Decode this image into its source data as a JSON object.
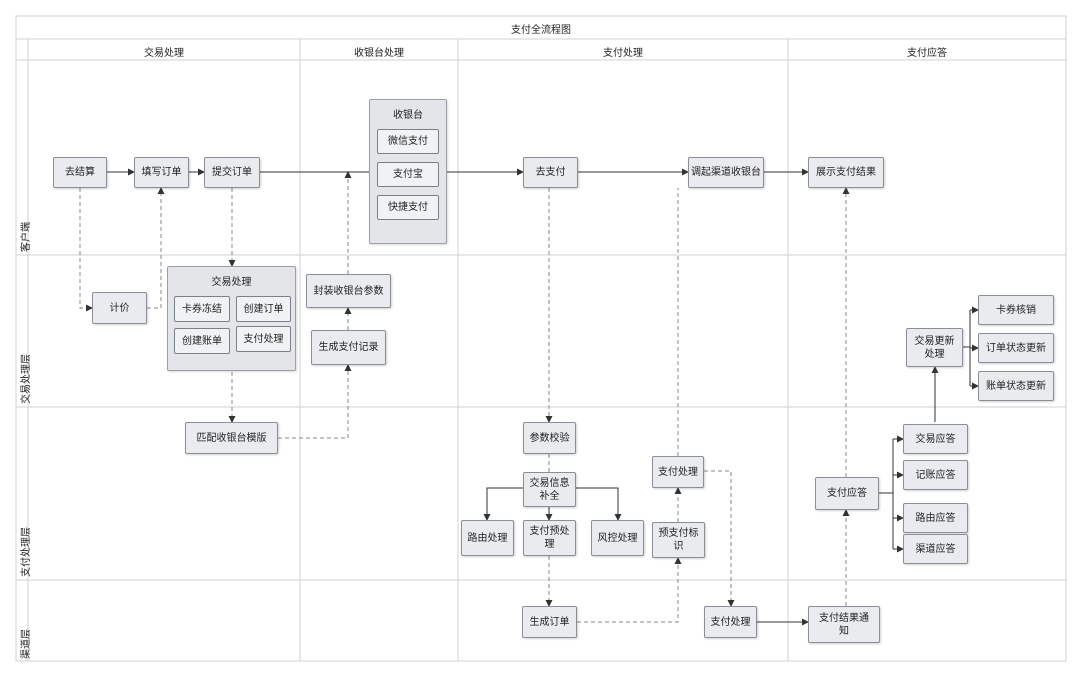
{
  "title": "支付全流程图",
  "columns": [
    "交易处理",
    "收银台处理",
    "支付处理",
    "支付应答"
  ],
  "lanes": [
    "客户端",
    "交易处理层",
    "支付处理层",
    "渠道层"
  ],
  "groups": {
    "cashier": {
      "label": "收银台",
      "items": [
        "微信支付",
        "支付宝",
        "快捷支付"
      ]
    },
    "trade": {
      "label": "交易处理",
      "items": [
        "卡券冻结",
        "创建订单",
        "创建账单",
        "支付处理"
      ]
    }
  },
  "nodes": {
    "checkout": "去结算",
    "fill_order": "填写订单",
    "submit_order": "提交订单",
    "pricing": "计价",
    "pack_params": "封装收银台参数",
    "gen_pay_record": "生成支付记录",
    "match_template": "匹配收银台模版",
    "go_pay": "去支付",
    "invoke_channel": "调起渠道收银台",
    "show_result": "展示支付结果",
    "param_check": "参数校验",
    "trade_info": "交易信息补全",
    "routing": "路由处理",
    "pre_pay": "支付预处理",
    "risk": "风控处理",
    "pre_pay_mark": "预支付标识",
    "pay_processing_mid": "支付处理",
    "gen_order": "生成订单",
    "channel_pay": "支付处理",
    "pay_notify": "支付结果通知",
    "pay_reply": "支付应答",
    "trade_reply": "交易应答",
    "ledger_reply": "记账应答",
    "route_reply": "路由应答",
    "channel_reply": "渠道应答",
    "trade_update": "交易更新处理",
    "coupon_redeem": "卡券核销",
    "order_status": "订单状态更新",
    "bill_status": "账单状态更新"
  }
}
